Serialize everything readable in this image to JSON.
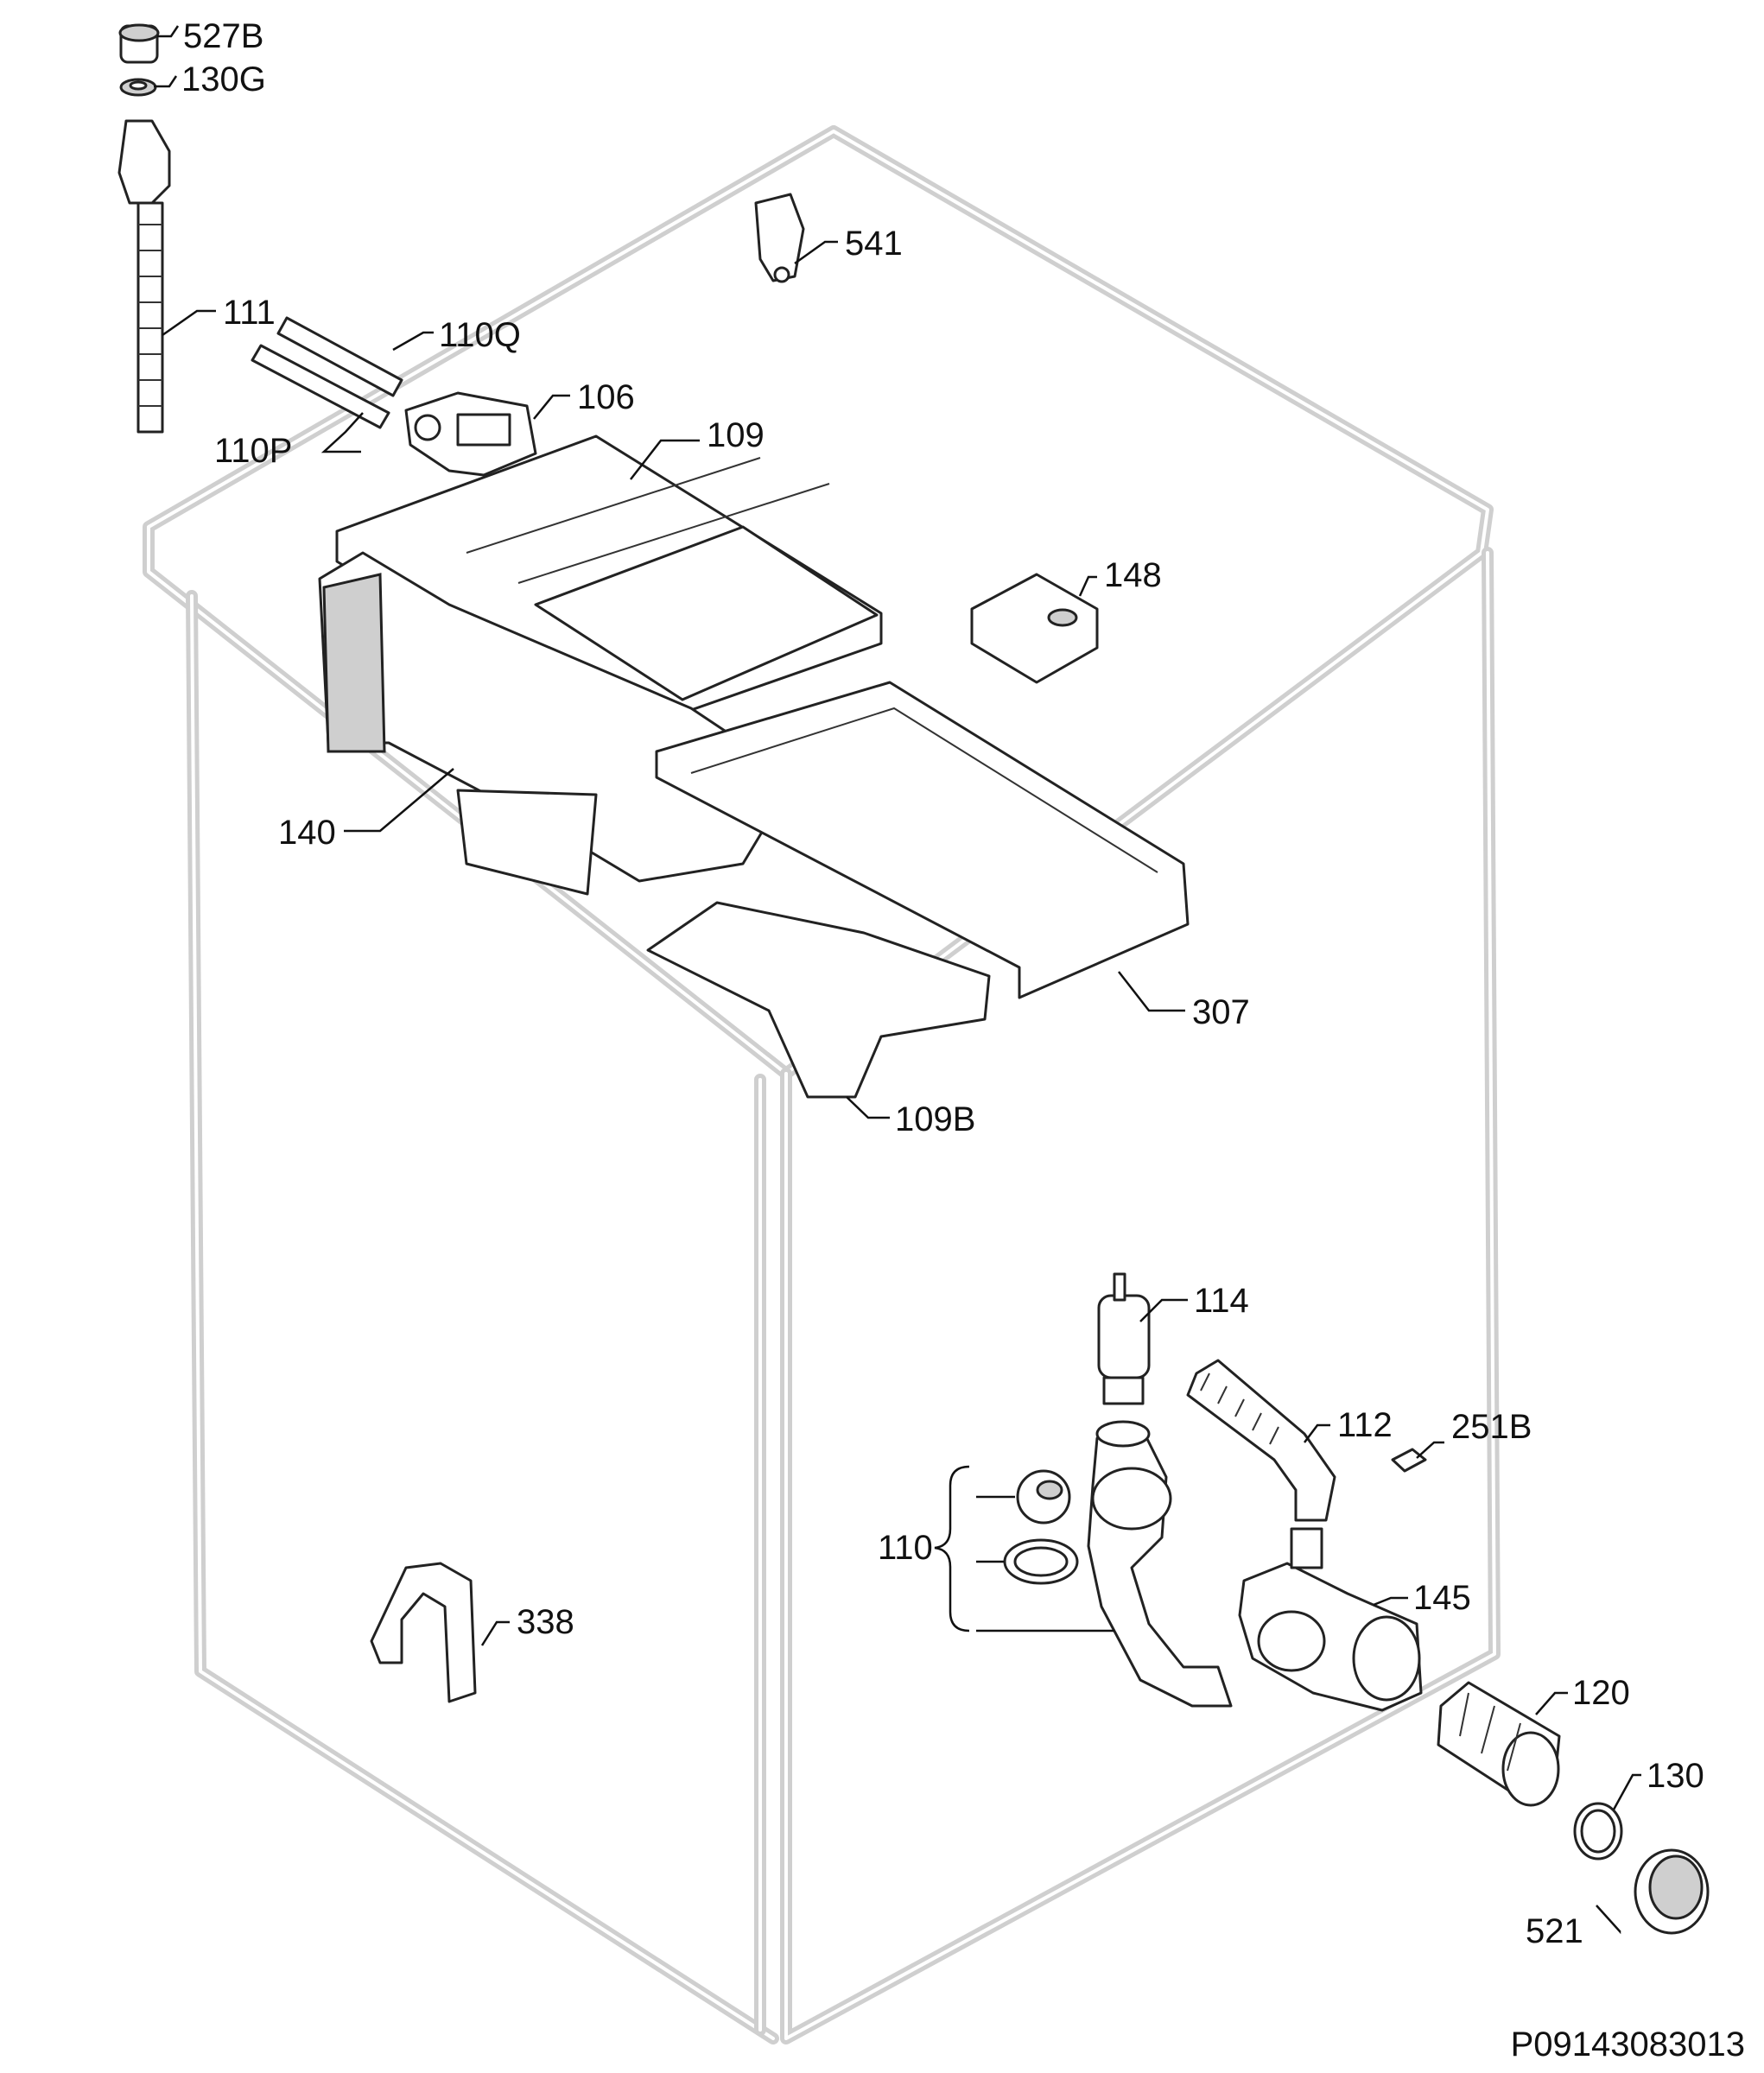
{
  "document_code": "P09143083013",
  "part_labels": {
    "p527B": "527B",
    "p130G": "130G",
    "p111": "111",
    "p110Q": "110Q",
    "p110P": "110P",
    "p106": "106",
    "p109": "109",
    "p541": "541",
    "p148": "148",
    "p140": "140",
    "p307": "307",
    "p109B": "109B",
    "p114": "114",
    "p112": "112",
    "p251B": "251B",
    "p110": "110",
    "p145": "145",
    "p338": "338",
    "p120": "120",
    "p130": "130",
    "p521": "521"
  }
}
